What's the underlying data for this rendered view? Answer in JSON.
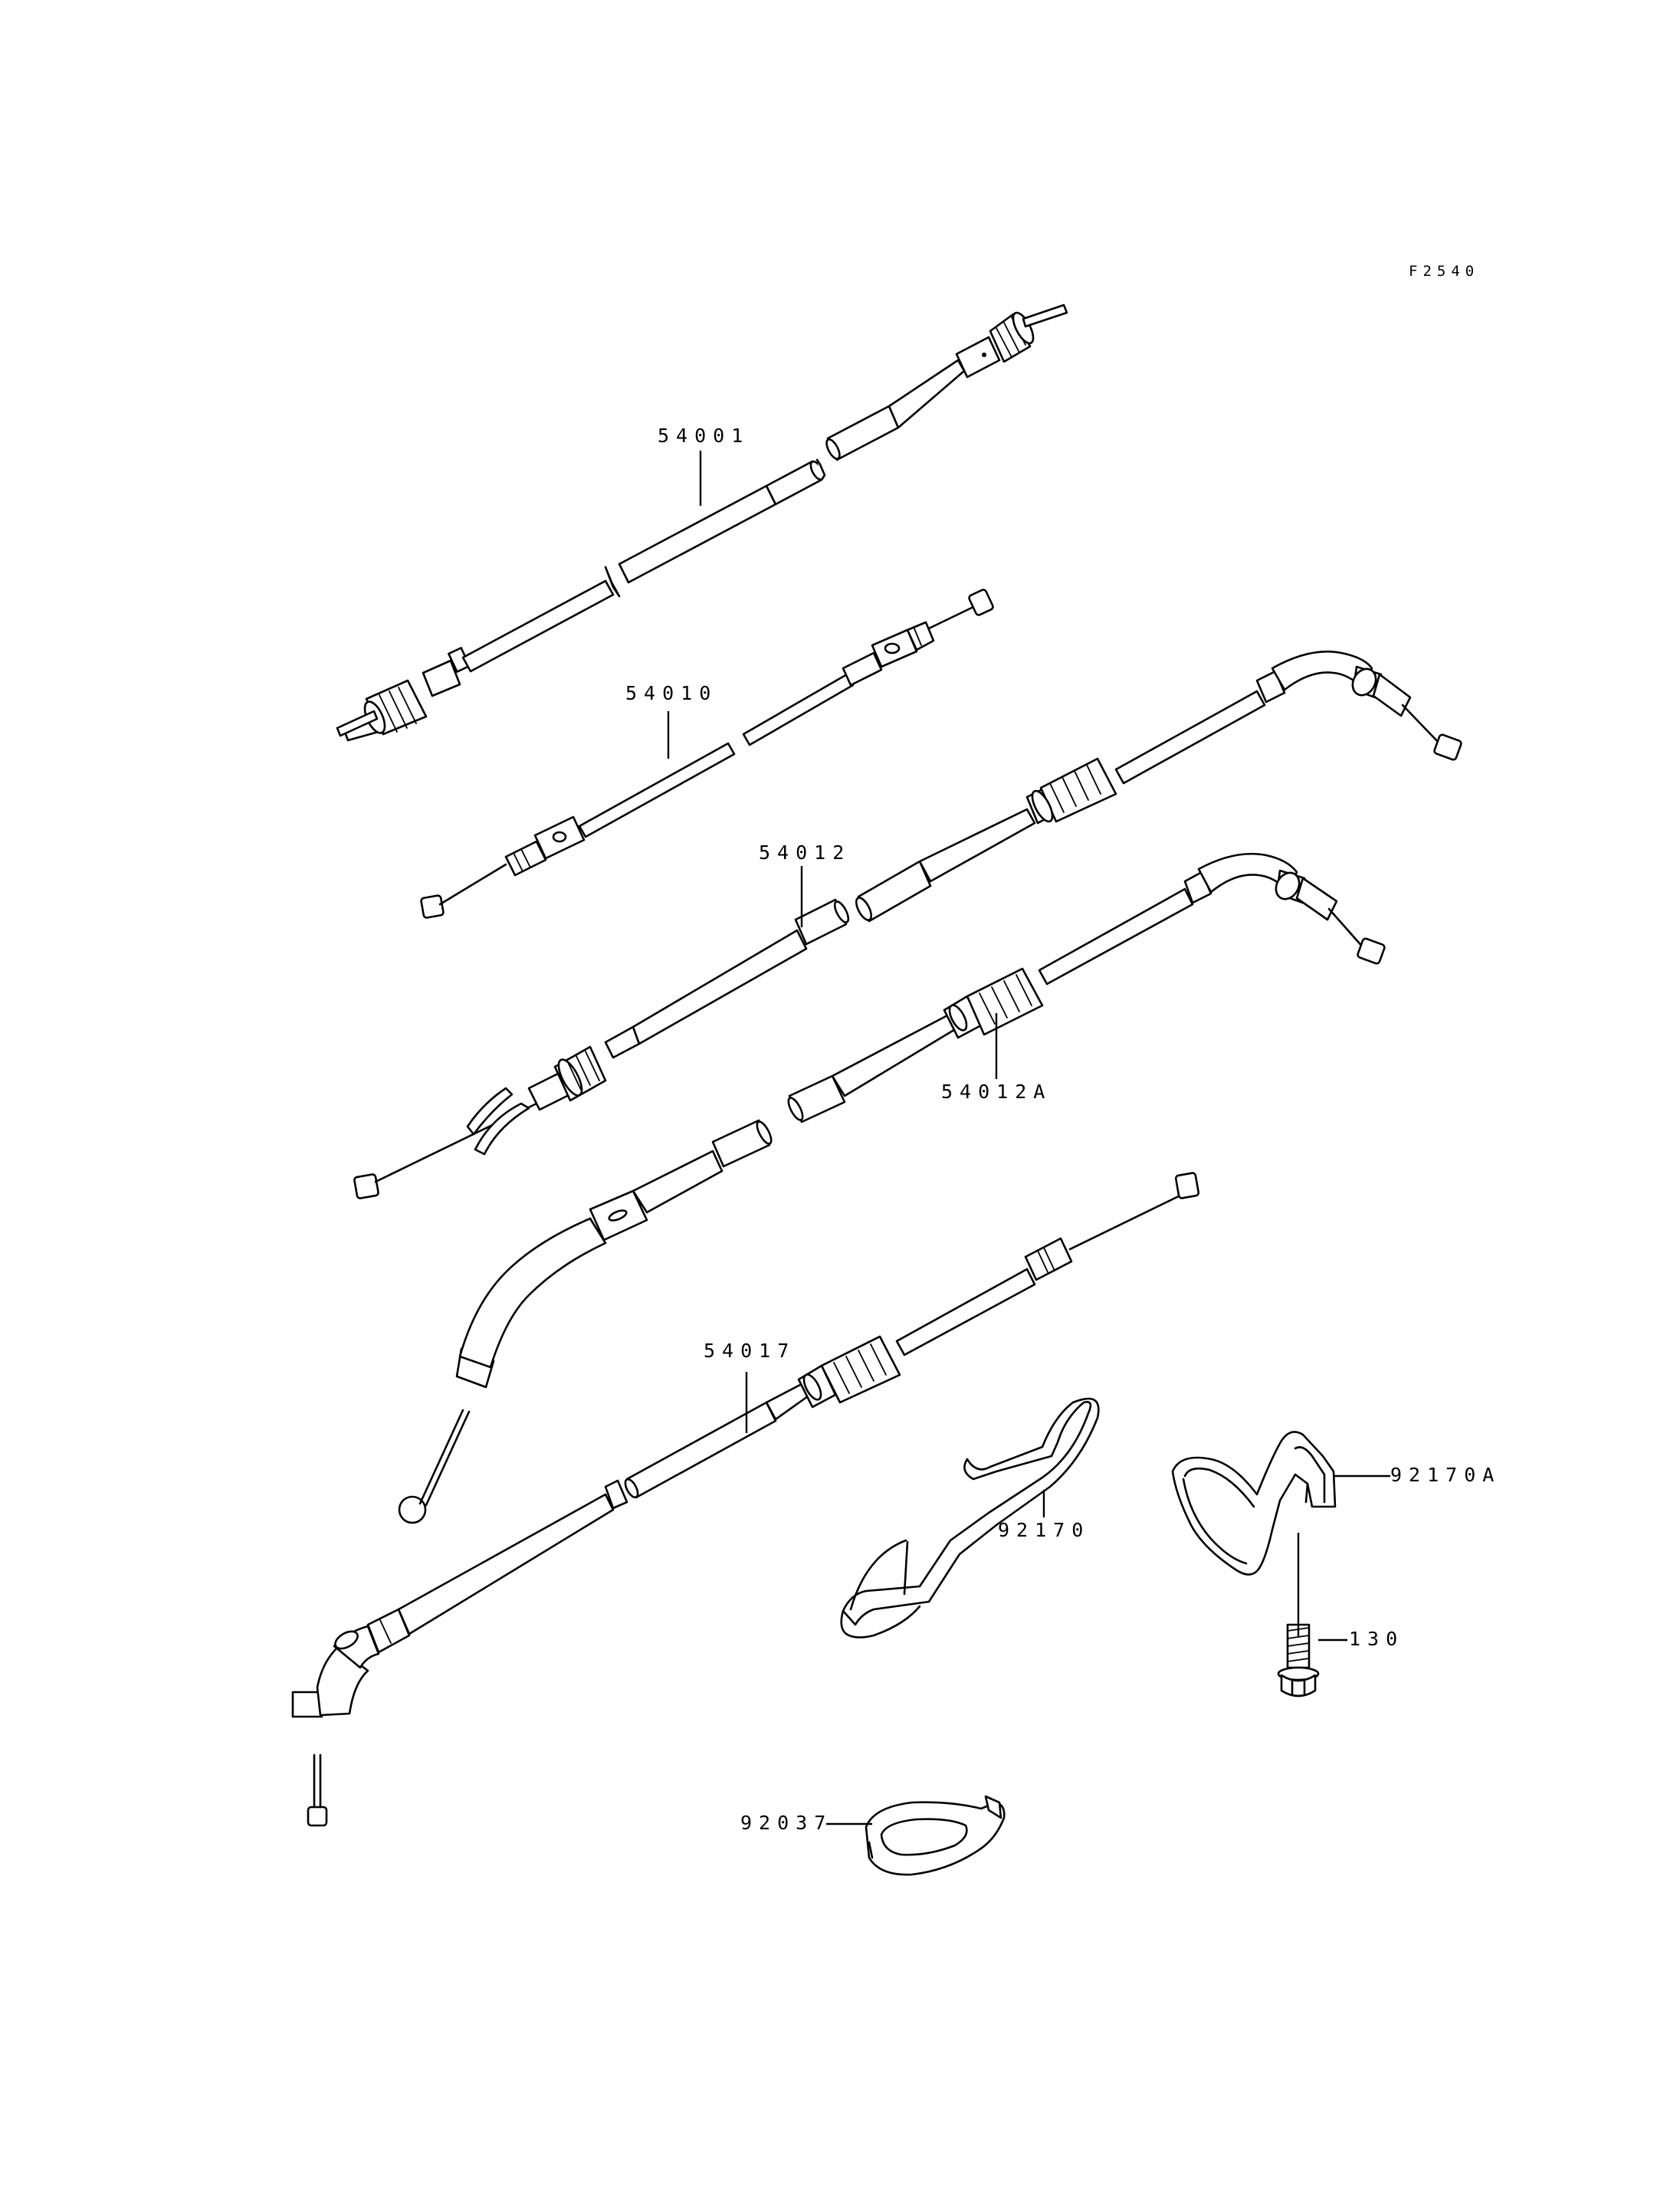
{
  "figure_id": "F2540",
  "parts": [
    {
      "key": "speedometer_cable",
      "number": "54001"
    },
    {
      "key": "clutch_cable",
      "number": "54010"
    },
    {
      "key": "throttle_cable_accel",
      "number": "54012"
    },
    {
      "key": "throttle_cable_decel",
      "number": "54012A"
    },
    {
      "key": "choke_cable",
      "number": "54017"
    },
    {
      "key": "cable_clamp",
      "number": "92170"
    },
    {
      "key": "cable_clamp_a",
      "number": "92170A"
    },
    {
      "key": "flange_bolt",
      "number": "130"
    },
    {
      "key": "cable_guide",
      "number": "92037"
    }
  ]
}
